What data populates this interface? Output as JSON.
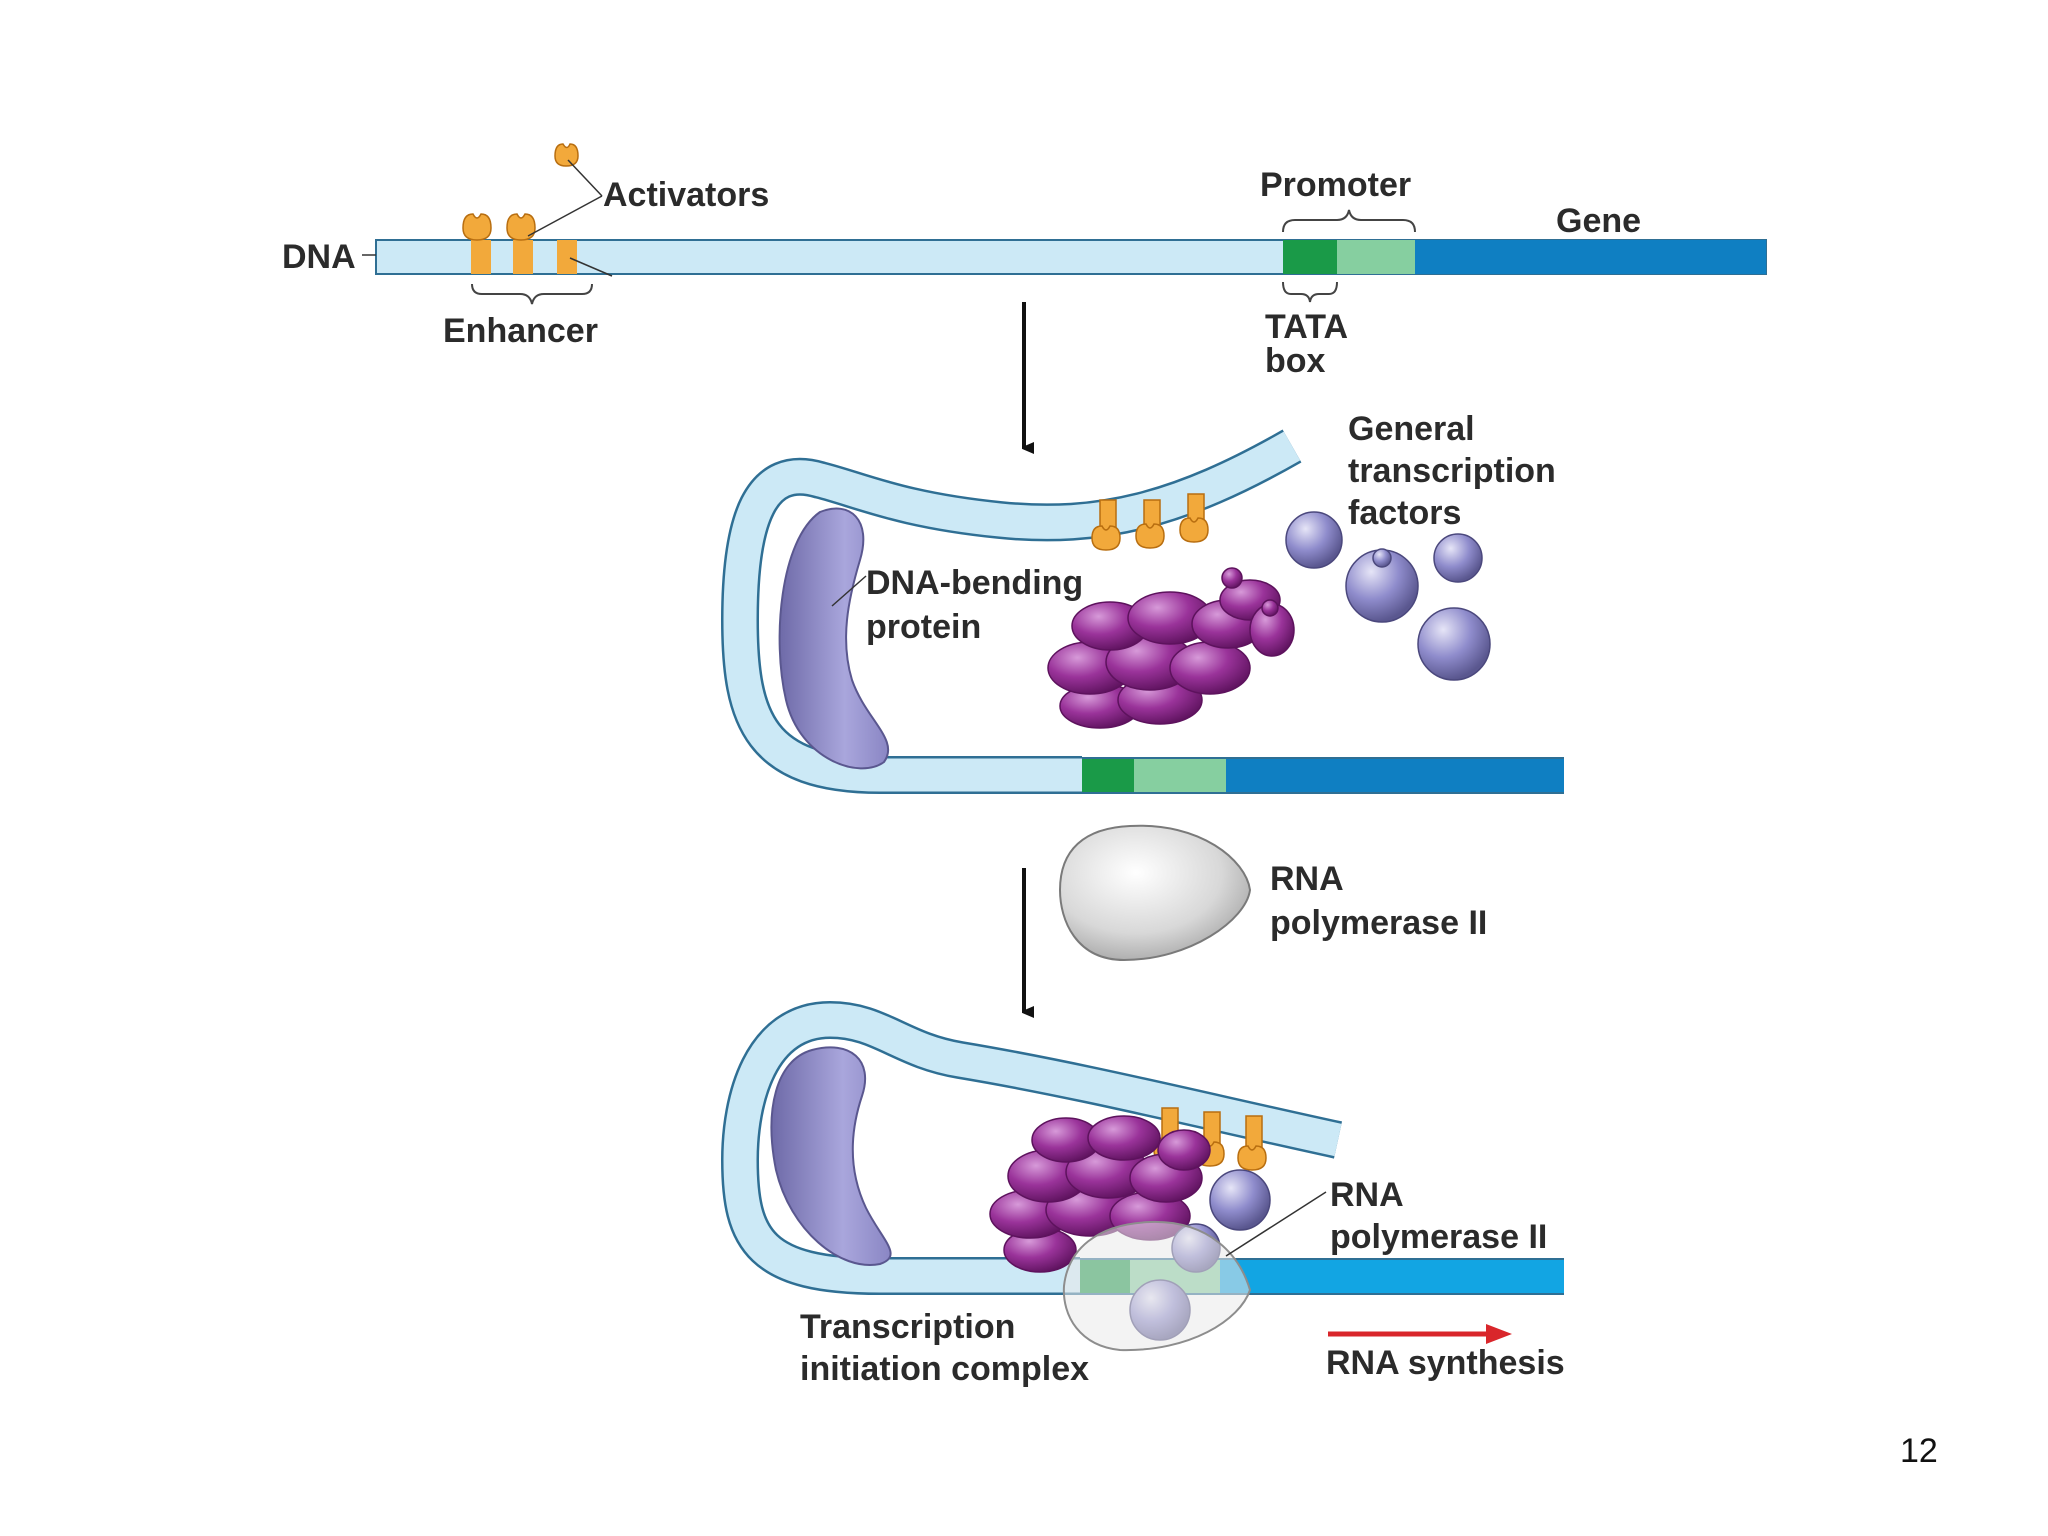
{
  "labels": {
    "activators": "Activators",
    "dna": "DNA",
    "enhancer": "Enhancer",
    "promoter": "Promoter",
    "gene": "Gene",
    "tata_line1": "TATA",
    "tata_line2": "box",
    "gtf_line1": "General",
    "gtf_line2": "transcription",
    "gtf_line3": "factors",
    "bending_line1": "DNA-bending",
    "bending_line2": "protein",
    "rnapol_line1": "RNA",
    "rnapol_line2": "polymerase II",
    "rnapol2_line1": "RNA",
    "rnapol2_line2": "polymerase II",
    "complex_line1": "Transcription",
    "complex_line2": "initiation complex",
    "synthesis": "RNA synthesis"
  },
  "page_number": "12",
  "colors": {
    "dna_light": "#cce9f6",
    "dna_outline": "#2f6f94",
    "gene_blue": "#0f7fc2",
    "tata_green": "#1a9a48",
    "promoter_green": "#86cfa0",
    "activator_orange": "#f2a93b",
    "purple_complex": "#8a2a8a",
    "gtf_lavender": "#8f8ccc",
    "polymerase_gray": "#d9d9d9",
    "synthesis_red": "#d9262b"
  }
}
